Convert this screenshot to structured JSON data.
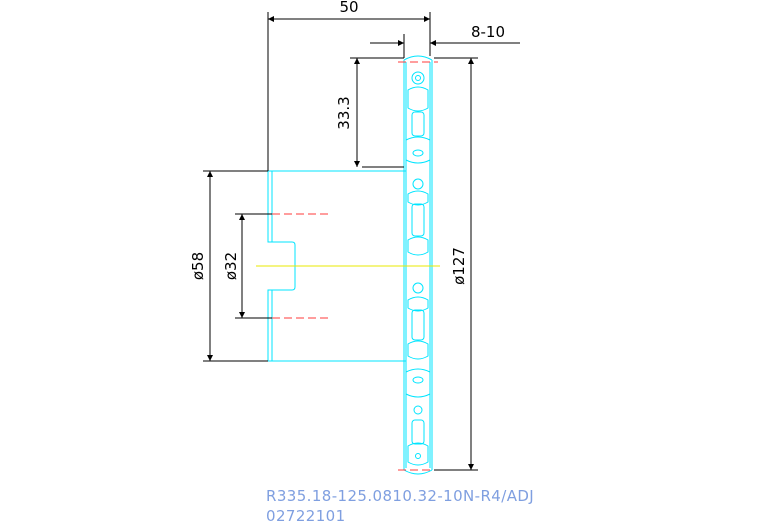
{
  "dimensions": {
    "overall_width": "50",
    "tooth_width": "8-10",
    "offset": "33.3",
    "hub_diameter": "ø58",
    "bore_diameter": "ø32",
    "sprocket_diameter": "ø127"
  },
  "title_block": {
    "part_number": "R335.18-125.0810.32-10N-R4/ADJ",
    "drawing_number": "02722101"
  },
  "colors": {
    "outline": "#00e5ff",
    "centerline": "#e8e800",
    "hidden_line": "#ff3b3b",
    "dimension": "#000000",
    "caption": "#7f9fe0",
    "background": "#ffffff"
  }
}
